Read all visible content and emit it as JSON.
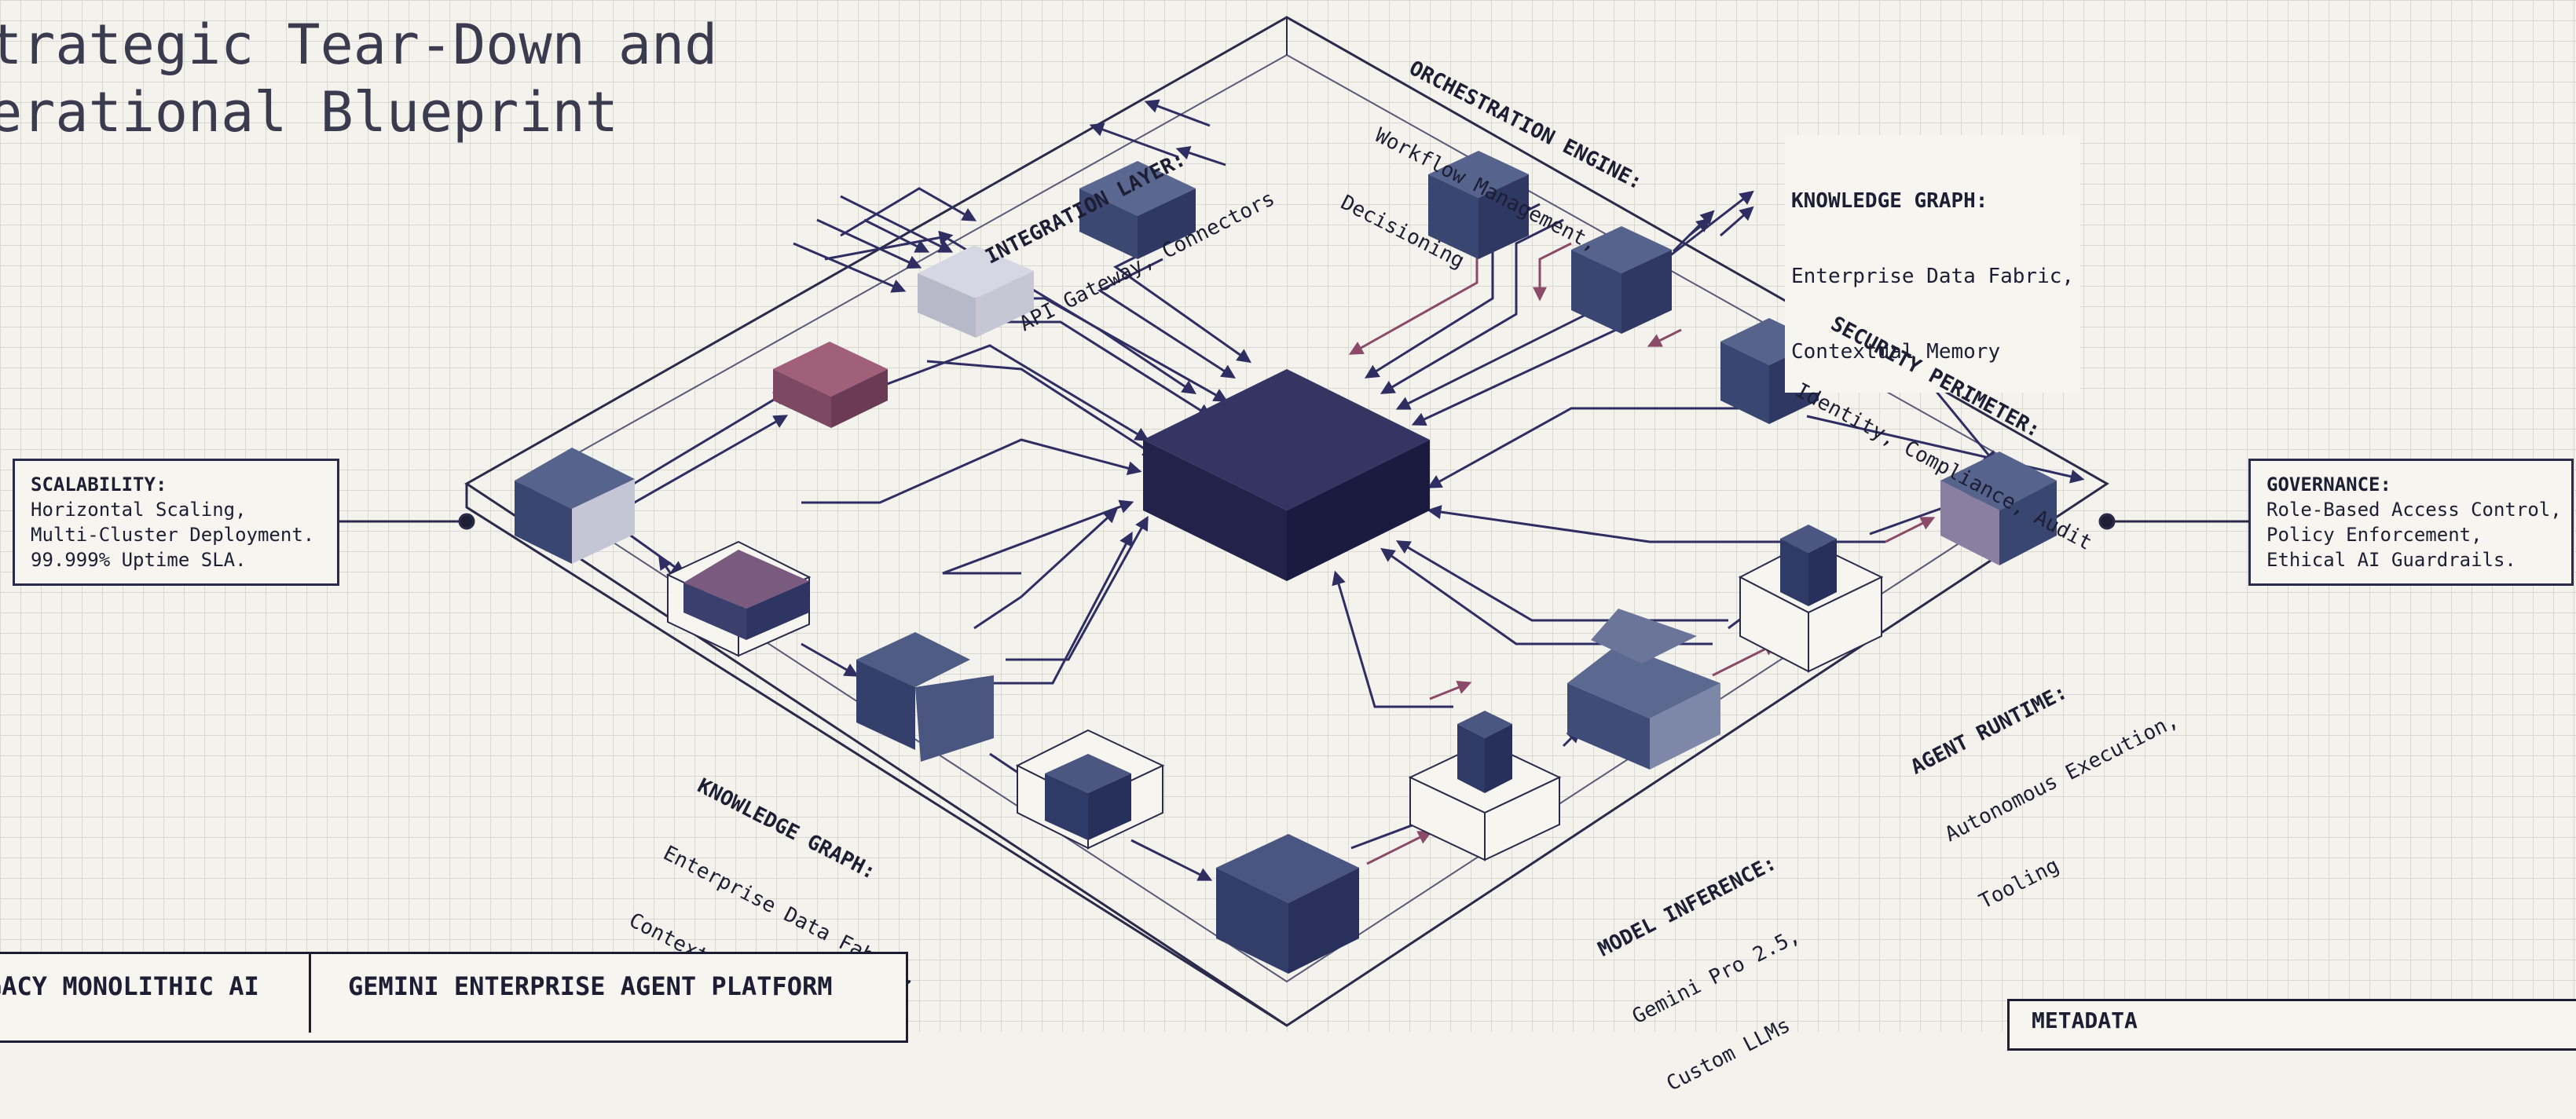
{
  "title": {
    "line1": "Strategic Tear-Down and",
    "line2": "perational Blueprint"
  },
  "callouts": {
    "scalability": {
      "heading": "SCALABILITY:",
      "lines": [
        "Horizontal Scaling,",
        "Multi-Cluster Deployment.",
        "99.999% Uptime SLA."
      ]
    },
    "governance": {
      "heading": "GOVERNANCE:",
      "lines": [
        "Role-Based Access Control,",
        "Policy Enforcement,",
        "Ethical AI Guardrails."
      ]
    },
    "knowledge_top": {
      "heading": "KNOWLEDGE GRAPH:",
      "lines": [
        "Enterprise Data Fabric,",
        "Contextual Memory"
      ]
    }
  },
  "labels": {
    "integration": {
      "heading": "INTEGRATION LAYER:",
      "lines": [
        "API Gateway, Connectors"
      ]
    },
    "orchestration": {
      "heading": "ORCHESTRATION ENGINE:",
      "lines": [
        "Workflow Management,",
        "Decisioning"
      ]
    },
    "security": {
      "heading": "SECURITY PERIMETER:",
      "lines": [
        "Identity, Compliance, Audit"
      ]
    },
    "agent_runtime": {
      "heading": "AGENT RUNTIME:",
      "lines": [
        "Autonomous Execution,",
        "Tooling"
      ]
    },
    "model_inference": {
      "heading": "MODEL INFERENCE:",
      "lines": [
        "Gemini Pro 2.5,",
        "Custom LLMs"
      ]
    },
    "knowledge_bottom": {
      "heading": "KNOWLEDGE GRAPH:",
      "lines": [
        "Enterprise Data Fabric,",
        "Contextual Memory"
      ]
    }
  },
  "table": {
    "col1": "GACY MONOLITHIC AI",
    "col2": "GEMINI ENTERPRISE AGENT PLATFORM"
  },
  "metadata": {
    "label": "METADATA"
  },
  "colors": {
    "ink": "#1d1d33",
    "navy": "#2e2e63",
    "cube": "#3d4a7a",
    "accent": "#8b4a68",
    "paper": "#f3f2ec"
  }
}
